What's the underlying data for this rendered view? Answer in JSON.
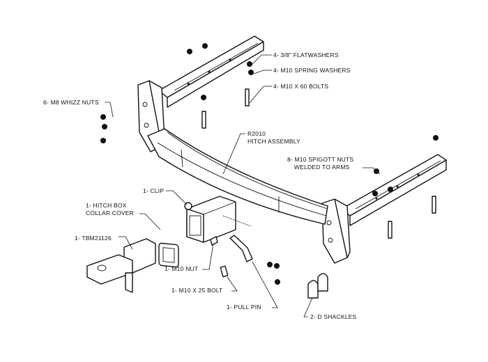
{
  "diagram": {
    "labels": {
      "whizz_nuts": "6- M8 WHIZZ NUTS",
      "flat_washers": "4- 3/8\" FLATWASHERS",
      "spring_washers": "4- M10 SPRING WASHERS",
      "bolts_60": "4- M10 X 60 BOLTS",
      "assembly_code": "R2010",
      "assembly_name": "HITCH ASSEMBLY",
      "spigot_nuts_1": "8- M10 SPIGOTT NUTS",
      "spigot_nuts_2": "WELDED TO ARMS",
      "clip": "1- CLIP",
      "collar_cover_1": "1- HITCH BOX",
      "collar_cover_2": "COLLAR COVER",
      "tongue": "1- TBM21126",
      "nut": "1- M10 NUT",
      "bolt_25": "1- M10 X 25 BOLT",
      "pull_pin": "1- PULL PIN",
      "shackles": "2- D SHACKLES"
    }
  }
}
